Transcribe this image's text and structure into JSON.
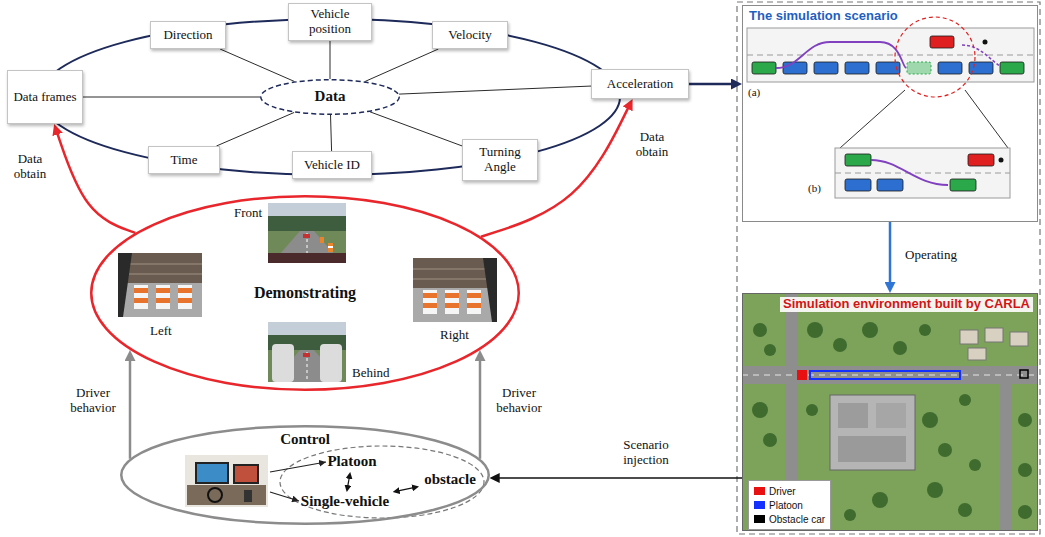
{
  "diagram": {
    "nodes": [
      {
        "text": [
          "Vehicle position"
        ]
      },
      {
        "text": [
          "Direction"
        ]
      },
      {
        "text": [
          "Velocity"
        ]
      },
      {
        "text": [
          "Data frames"
        ]
      },
      {
        "text": [
          "Data"
        ]
      },
      {
        "text": [
          "Acceleration"
        ]
      },
      {
        "text": [
          "Time"
        ]
      },
      {
        "text": [
          "Vehicle ID"
        ]
      },
      {
        "text": [
          "Turning Angle"
        ]
      },
      {
        "text": [
          "The simulation scenario"
        ]
      },
      {
        "text": [
          "Demonstrating"
        ]
      },
      {
        "text": [
          "Simulation environment built by CARLA"
        ]
      },
      {
        "text": [
          "Control"
        ]
      },
      {
        "text": [
          "Platoon"
        ],
        "in": 12
      },
      {
        "text": [
          "obstacle"
        ],
        "in": 12
      },
      {
        "text": [
          "Single-vehicle"
        ],
        "in": 12
      }
    ],
    "edges": [
      {
        "from": 4,
        "to": 0,
        "arrow": "none"
      },
      {
        "from": 4,
        "to": 1,
        "arrow": "none"
      },
      {
        "from": 4,
        "to": 2,
        "arrow": "none"
      },
      {
        "from": 4,
        "to": 3,
        "arrow": "none"
      },
      {
        "from": 4,
        "to": 5,
        "arrow": "none"
      },
      {
        "from": 4,
        "to": 6,
        "arrow": "none"
      },
      {
        "from": 4,
        "to": 7,
        "arrow": "none"
      },
      {
        "from": 4,
        "to": 8,
        "arrow": "none"
      },
      {
        "from": 10,
        "to": 3,
        "label": "Data obtain",
        "arrow": "to"
      },
      {
        "from": 10,
        "to": 5,
        "label": "Data obtain",
        "arrow": "to"
      },
      {
        "from": 12,
        "to": 10,
        "label": "Driver behavior",
        "arrow": "to"
      },
      {
        "from": 12,
        "to": 10,
        "label": "Driver behavior",
        "arrow": "to"
      },
      {
        "from": 5,
        "to": 9,
        "arrow": "to"
      },
      {
        "from": 9,
        "to": 11,
        "label": "Operating",
        "arrow": "to"
      },
      {
        "from": 11,
        "to": 12,
        "label": "Scenario injection",
        "arrow": "to"
      },
      {
        "from": 13,
        "to": 15,
        "arrow": "both"
      },
      {
        "from": 14,
        "to": 15,
        "arrow": "both"
      }
    ],
    "labels": [
      "Front",
      "Left",
      "Behind",
      "Right",
      "(a)",
      "(b)"
    ],
    "legend": [
      {
        "text": "Driver",
        "color": "#e81010"
      },
      {
        "text": "Platoon",
        "color": "#1430ff"
      },
      {
        "text": "Obstacle car",
        "color": "#000000"
      }
    ]
  }
}
